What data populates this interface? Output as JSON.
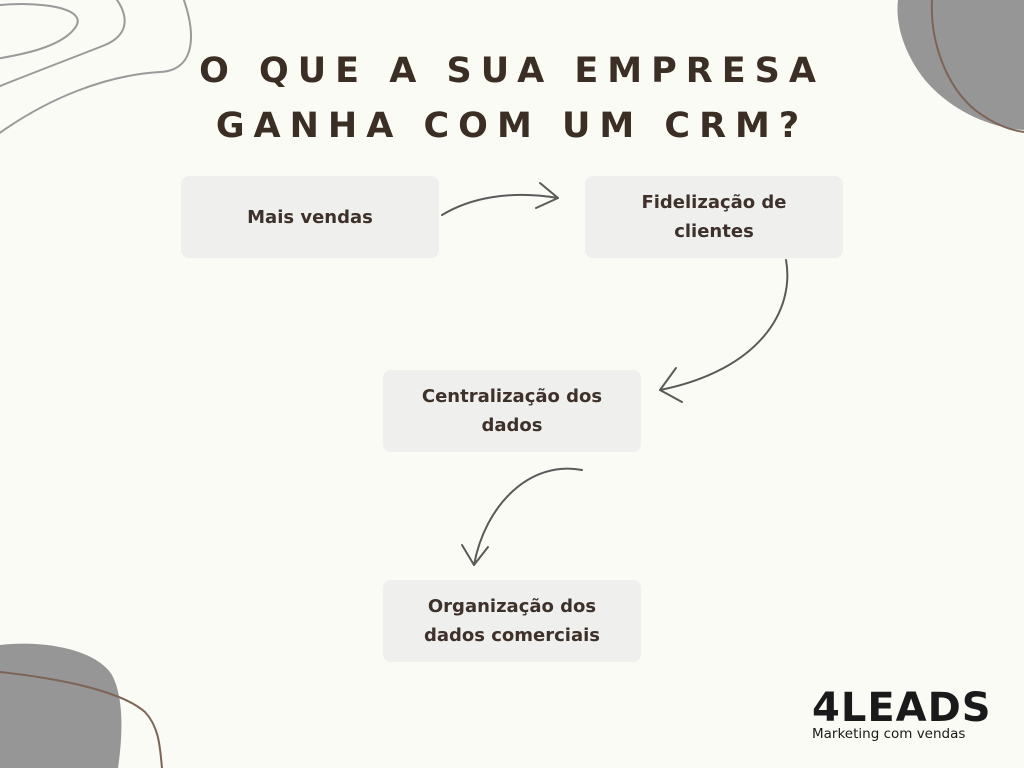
{
  "title": {
    "line1": "O QUE A SUA EMPRESA",
    "line2": "GANHA COM UM CRM?"
  },
  "steps": [
    {
      "label": "Mais vendas"
    },
    {
      "label": "Fidelização de clientes"
    },
    {
      "label": "Centralização dos dados"
    },
    {
      "label": "Organização dos dados comerciais"
    }
  ],
  "logo": {
    "brand": "4LEADS",
    "tagline": "Marketing com vendas"
  },
  "colors": {
    "background": "#fafbf4",
    "box": "#efefed",
    "text": "#3a2e25",
    "arrow": "#5a5a5a",
    "blob": "#969696",
    "line": "#7d6456"
  }
}
